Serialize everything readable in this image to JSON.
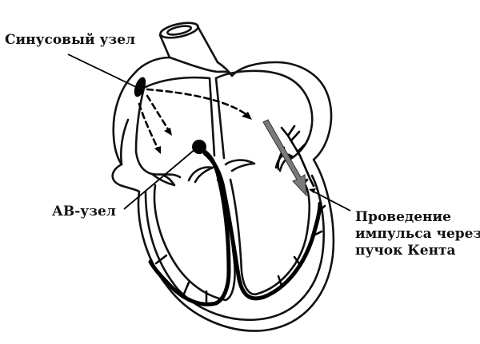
{
  "diagram": {
    "type": "heart-conduction-diagram",
    "subject": "Heart with accessory conduction pathway",
    "colors": {
      "outline": "#111111",
      "background": "#ffffff",
      "kent_arrow": "#7a7a7a"
    }
  },
  "labels": {
    "sinus_node": "Синусовый узел",
    "av_node": "АВ-узел",
    "kent": {
      "line1": "Проведение",
      "line2": "импульса через",
      "line3": "пучок Кента"
    }
  }
}
